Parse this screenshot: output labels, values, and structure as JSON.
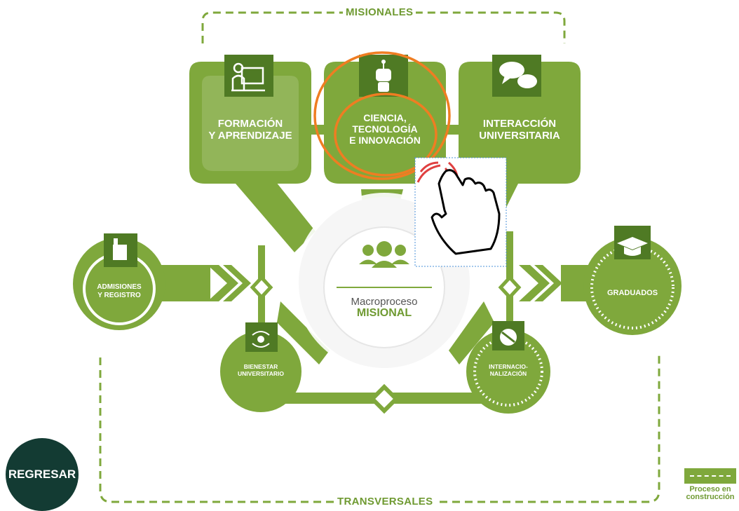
{
  "sections": {
    "top": "MISIONALES",
    "bottom": "TRANSVERSALES"
  },
  "cards": {
    "formacion": "FORMACIÓN\nY APRENDIZAJE",
    "ciencia": "CIENCIA,\nTECNOLOGÍA\nE INNOVACIÓN",
    "interaccion": "INTERACCIÓN\nUNIVERSITARIA"
  },
  "nodes": {
    "admisiones": "ADMISIONES\nY REGISTRO",
    "graduados": "GRADUADOS",
    "bienestar": "BIENESTAR\nUNIVERSITARIO",
    "internacionalizacion": "INTERNACIO-\nNALIZACIÓN"
  },
  "center": {
    "line1": "Macroproceso",
    "line2": "MISIONAL"
  },
  "back_button": "REGRESAR",
  "legend": {
    "label": "Proceso en\nconstrucción"
  },
  "colors": {
    "green": "#7fa83c",
    "dark_green": "#5f8a2a",
    "highlight": "#ef7d22",
    "button": "#133b33"
  },
  "icons": [
    "teacher-icon",
    "robot-icon",
    "chat-bubbles-icon",
    "raised-hand-icon",
    "graduation-cap-icon",
    "group-icon",
    "hands-heart-icon",
    "globe-plane-icon",
    "pointing-hand-icon"
  ]
}
